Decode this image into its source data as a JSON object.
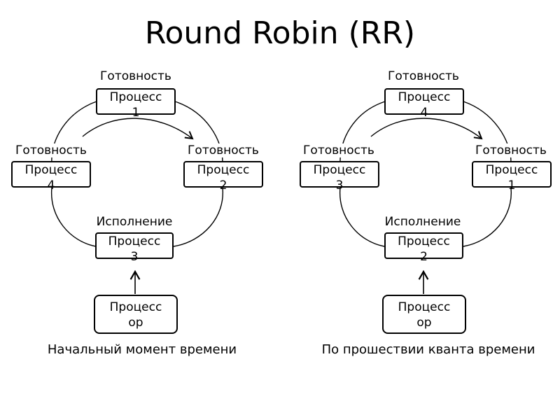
{
  "title": "Round Robin (RR)",
  "box_word": "Процесс",
  "left": {
    "caption": "Начальный момент времени",
    "top": {
      "state": "Готовность",
      "num": "1"
    },
    "left": {
      "state": "Готовность",
      "num": "4"
    },
    "right": {
      "state": "Готовность",
      "num": "2"
    },
    "bottom": {
      "state": "Исполнение",
      "num": "3"
    },
    "cpu": {
      "line1": "Процесс",
      "line2": "ор"
    }
  },
  "right": {
    "caption": "По прошествии кванта времени",
    "top": {
      "state": "Готовность",
      "num": "4"
    },
    "left": {
      "state": "Готовность",
      "num": "3"
    },
    "right": {
      "state": "Готовность",
      "num": "1"
    },
    "bottom": {
      "state": "Исполнение",
      "num": "2"
    },
    "cpu": {
      "line1": "Процесс",
      "line2": "ор"
    }
  }
}
